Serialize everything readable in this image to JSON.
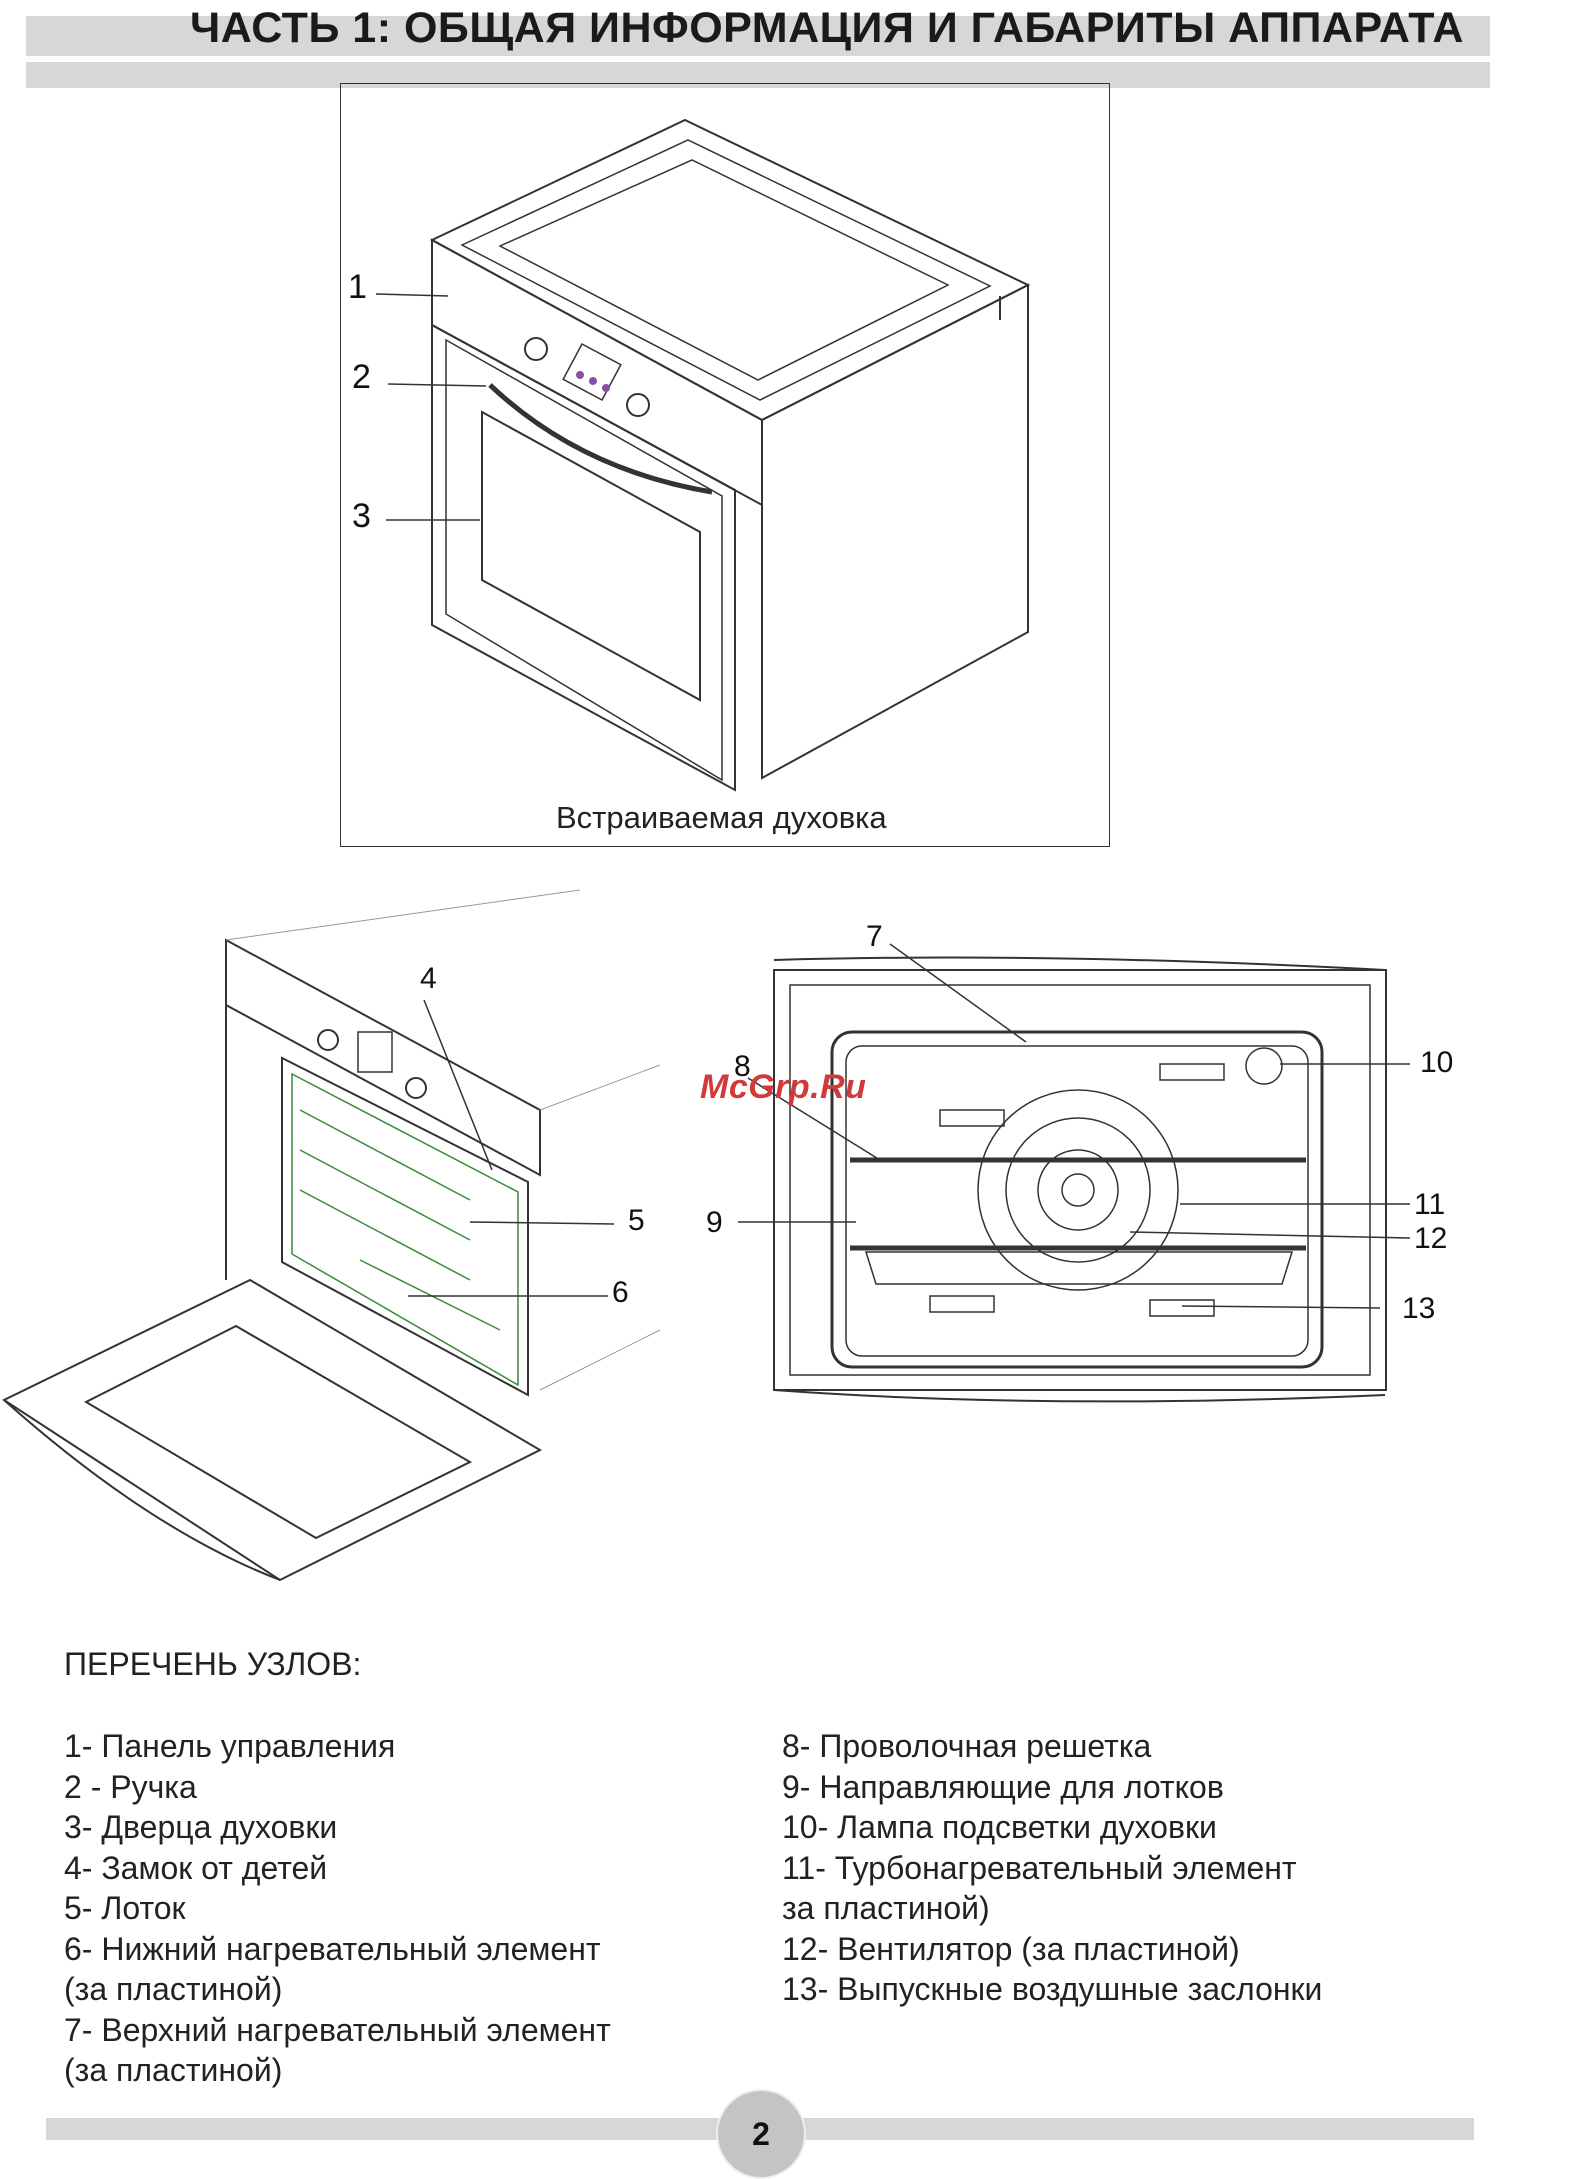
{
  "header": {
    "title": "ЧАСТЬ 1: ОБЩАЯ ИНФОРМАЦИЯ И ГАБАРИТЫ АППАРАТА"
  },
  "figure_top": {
    "caption": "Встраиваемая духовка",
    "callouts": [
      "1",
      "2",
      "3"
    ]
  },
  "figure_left": {
    "callouts": [
      "4",
      "5",
      "6"
    ]
  },
  "figure_right": {
    "callouts": [
      "7",
      "8",
      "9",
      "10",
      "11",
      "12",
      "13"
    ]
  },
  "watermark": "McGrp.Ru",
  "parts": {
    "heading": "ПЕРЕЧЕНЬ УЗЛОВ:",
    "left": [
      "1- Панель управления",
      "2 - Ручка",
      "3- Дверца духовки",
      "4- Замок от детей",
      "5- Лоток",
      "6- Нижний нагревательный элемент",
      "(за пластиной)",
      "7- Верхний нагревательный элемент",
      "(за пластиной)"
    ],
    "right": [
      "8- Проволочная решетка",
      "9- Направляющие для лотков",
      "10- Лампа подсветки духовки",
      "11- Турбонагревательный элемент",
      "за пластиной)",
      "12- Вентилятор (за пластиной)",
      "13- Выпускные воздушные заслонки"
    ]
  },
  "footer": {
    "page_number": "2"
  }
}
